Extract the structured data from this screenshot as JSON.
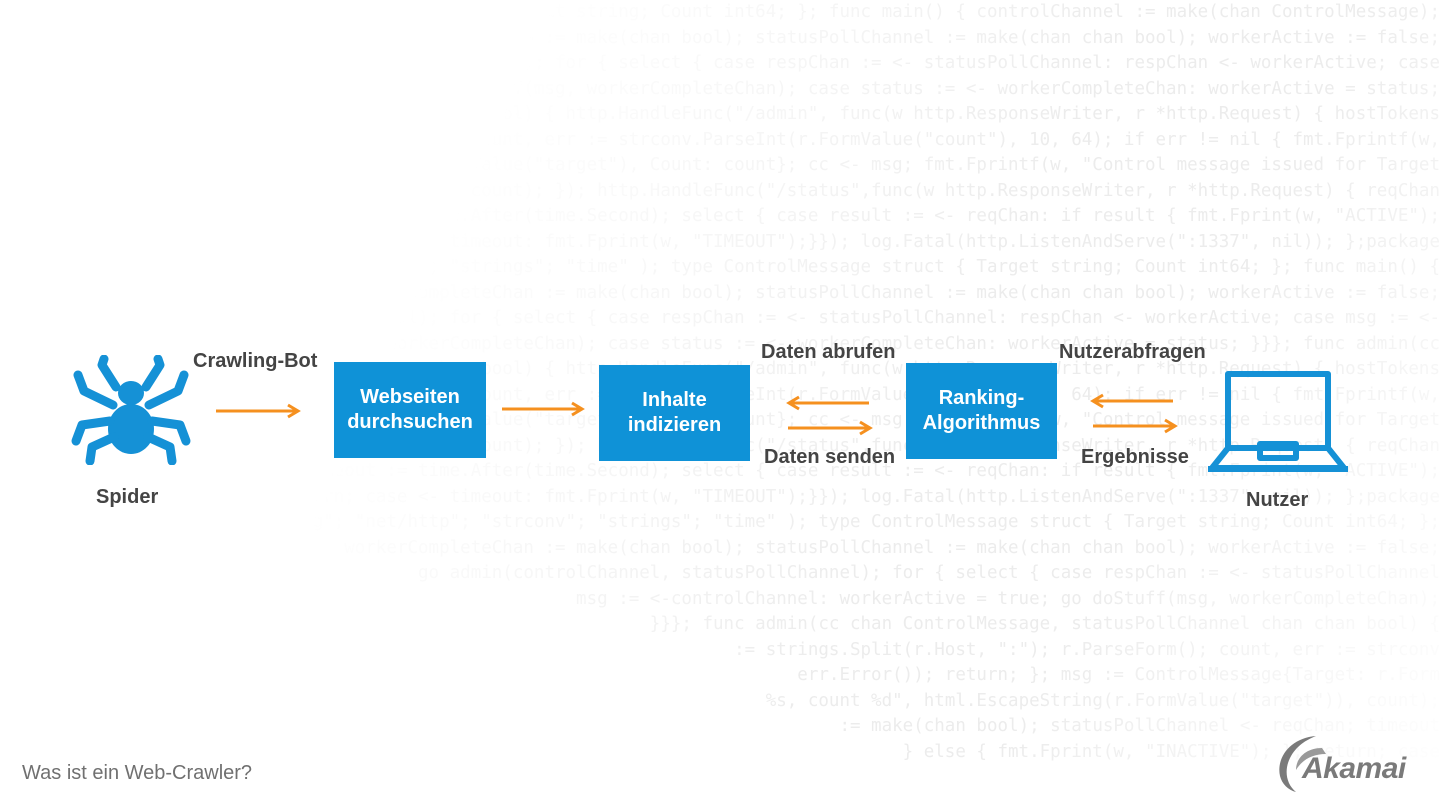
{
  "background_code": [
    "ControlMessage struct { Target string; Count int64; }; func main() { controlChannel := make(chan ControlMessage);",
    "workerCompleteChan := make(chan bool); statusPollChannel := make(chan chan bool); workerActive := false;",
    "go admin(controlChannel, statusPollChannel); for { select { case respChan := <- statusPollChannel: respChan <- workerActive; case",
    "msg := <-controlChannel: workerActive = true; go doStuff(msg, workerCompleteChan); case status := <- workerCompleteChan: workerActive = status;",
    "}}}; func admin(cc chan ControlMessage, statusPollChannel chan chan bool) { http.HandleFunc(\"/admin\", func(w http.ResponseWriter, r *http.Request) { hostTokens",
    ":= strings.Split(r.Host, \":\"); r.ParseForm(); count, err := strconv.ParseInt(r.FormValue(\"count\"), 10, 64); if err != nil { fmt.Fprintf(w,",
    "err.Error()); return; }; msg := ControlMessage{Target: r.FormValue(\"target\"), Count: count}; cc <- msg; fmt.Fprintf(w, \"Control message issued for Target",
    "%s, count %d\", html.EscapeString(r.FormValue(\"target\")), count); }); http.HandleFunc(\"/status\",func(w http.ResponseWriter, r *http.Request) { reqChan",
    ":= make(chan bool); statusPollChannel <- reqChan; timeout := time.After(time.Second); select { case result := <- reqChan: if result { fmt.Fprint(w, \"ACTIVE\");",
    "} else { fmt.Fprint(w, \"INACTIVE\"); }; return; case <- timeout: fmt.Fprint(w, \"TIMEOUT\");}}); log.Fatal(http.ListenAndServe(\":1337\", nil)); };package",
    "main; import ( \"fmt\"; \"html\"; \"log\"; \"net/http\"; \"strconv\"; \"strings\"; \"time\" ); type ControlMessage struct { Target string; Count int64; }; func main() {",
    "controlChannel := make(chan ControlMessage); workerCompleteChan := make(chan bool); statusPollChannel := make(chan chan bool); workerActive := false;",
    "go admin(controlChannel, statusPollChannel); for { select { case respChan := <- statusPollChannel: respChan <- workerActive; case msg := <-",
    "controlChannel: workerActive = true; go doStuff(msg, workerCompleteChan); case status := <- workerCompleteChan: workerActive = status; }}}; func admin(cc",
    "chan ControlMessage, statusPollChannel chan chan bool) { http.HandleFunc(\"/admin\", func(w http.ResponseWriter, r *http.Request) { hostTokens",
    ":= strings.Split(r.Host, \":\"); r.ParseForm(); count, err := strconv.ParseInt(r.FormValue(\"count\"), 10, 64); if err != nil { fmt.Fprintf(w,",
    "err.Error()); return; }; msg := ControlMessage{Target: r.FormValue(\"target\"), Count: count}; cc <- msg; fmt.Fprintf(w, \"Control message issued for Target",
    "%s, count %d\", html.EscapeString(r.FormValue(\"target\")), count); }); http.HandleFunc(\"/status\",func(w http.ResponseWriter, r *http.Request) { reqChan",
    ":= make(chan bool); statusPollChannel <- reqChan; timeout := time.After(time.Second); select { case result := <- reqChan: if result { fmt.Fprint(w, \"ACTIVE\");",
    "} else { fmt.Fprint(w, \"INACTIVE\"); }; return; case <- timeout: fmt.Fprint(w, \"TIMEOUT\");}}); log.Fatal(http.ListenAndServe(\":1337\", nil)); };package",
    "main; import ( \"fmt\"; \"html\"; \"log\"; \"net/http\"; \"strconv\"; \"strings\"; \"time\" ); type ControlMessage struct { Target string; Count int64; };",
    "workerCompleteChan := make(chan bool); statusPollChannel := make(chan chan bool); workerActive := false;",
    "go admin(controlChannel, statusPollChannel); for { select { case respChan := <- statusPollChannel",
    "msg := <-controlChannel: workerActive = true; go doStuff(msg, workerCompleteChan);",
    "}}}; func admin(cc chan ControlMessage, statusPollChannel chan chan bool) {",
    ":= strings.Split(r.Host, \":\"); r.ParseForm(); count, err := strconv",
    "err.Error()); return; }; msg := ControlMessage{Target: r.Form",
    "%s, count %d\", html.EscapeString(r.FormValue(\"target\")), count);",
    ":= make(chan bool); statusPollChannel <- reqChan; timeout",
    "} else { fmt.Fprint(w, \"INACTIVE\"); }; return; case"
  ],
  "spider": {
    "top_label": "Crawling-Bot",
    "bottom_label": "Spider",
    "icon": "spider-icon"
  },
  "steps": {
    "webseiten": {
      "line1": "Webseiten",
      "line2": "durchsuchen"
    },
    "indizieren": {
      "line1": "Inhalte",
      "line2": "indizieren"
    },
    "ranking": {
      "line1": "Ranking-",
      "line2": "Algorithmus"
    }
  },
  "edges": {
    "daten_abrufen": "Daten abrufen",
    "daten_senden": "Daten senden",
    "nutzerabfragen": "Nutzerabfragen",
    "ergebnisse": "Ergebnisse"
  },
  "user": {
    "label": "Nutzer",
    "icon": "laptop-icon"
  },
  "footer": {
    "caption": "Was ist ein Web-Crawler?"
  },
  "logo": {
    "text": "Akamai"
  },
  "colors": {
    "box": "#0f92d7",
    "arrow": "#f5901f",
    "icon": "#1591d6",
    "label": "#444444",
    "footer": "#707070",
    "logo": "#7a7a7a"
  }
}
